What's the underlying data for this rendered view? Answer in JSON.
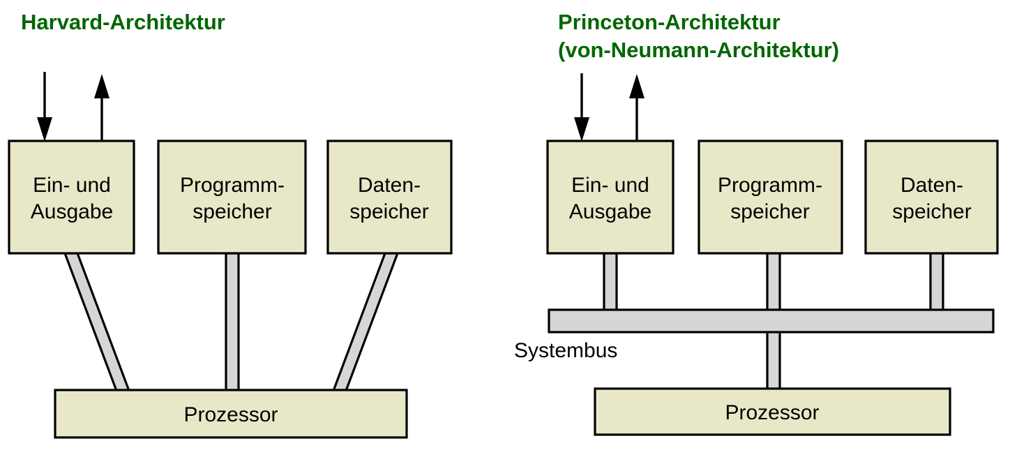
{
  "page": {
    "background": "#ffffff",
    "box_fill": "#e8e8c8",
    "bus_fill": "#d6d6d6",
    "stroke": "#000000",
    "title_color": "#006600"
  },
  "harvard": {
    "title": "Harvard-Architektur",
    "boxes": [
      {
        "line1": "Ein- und",
        "line2": "Ausgabe"
      },
      {
        "line1": "Programm-",
        "line2": "speicher"
      },
      {
        "line1": "Daten-",
        "line2": "speicher"
      }
    ],
    "processor": "Prozessor",
    "io_in_arrow": "arrow-down-icon",
    "io_out_arrow": "arrow-up-icon"
  },
  "princeton": {
    "title_line1": "Princeton-Architektur",
    "title_line2": "(von-Neumann-Architektur)",
    "boxes": [
      {
        "line1": "Ein- und",
        "line2": "Ausgabe"
      },
      {
        "line1": "Programm-",
        "line2": "speicher"
      },
      {
        "line1": "Daten-",
        "line2": "speicher"
      }
    ],
    "bus_label": "Systembus",
    "processor": "Prozessor",
    "io_in_arrow": "arrow-down-icon",
    "io_out_arrow": "arrow-up-icon"
  }
}
